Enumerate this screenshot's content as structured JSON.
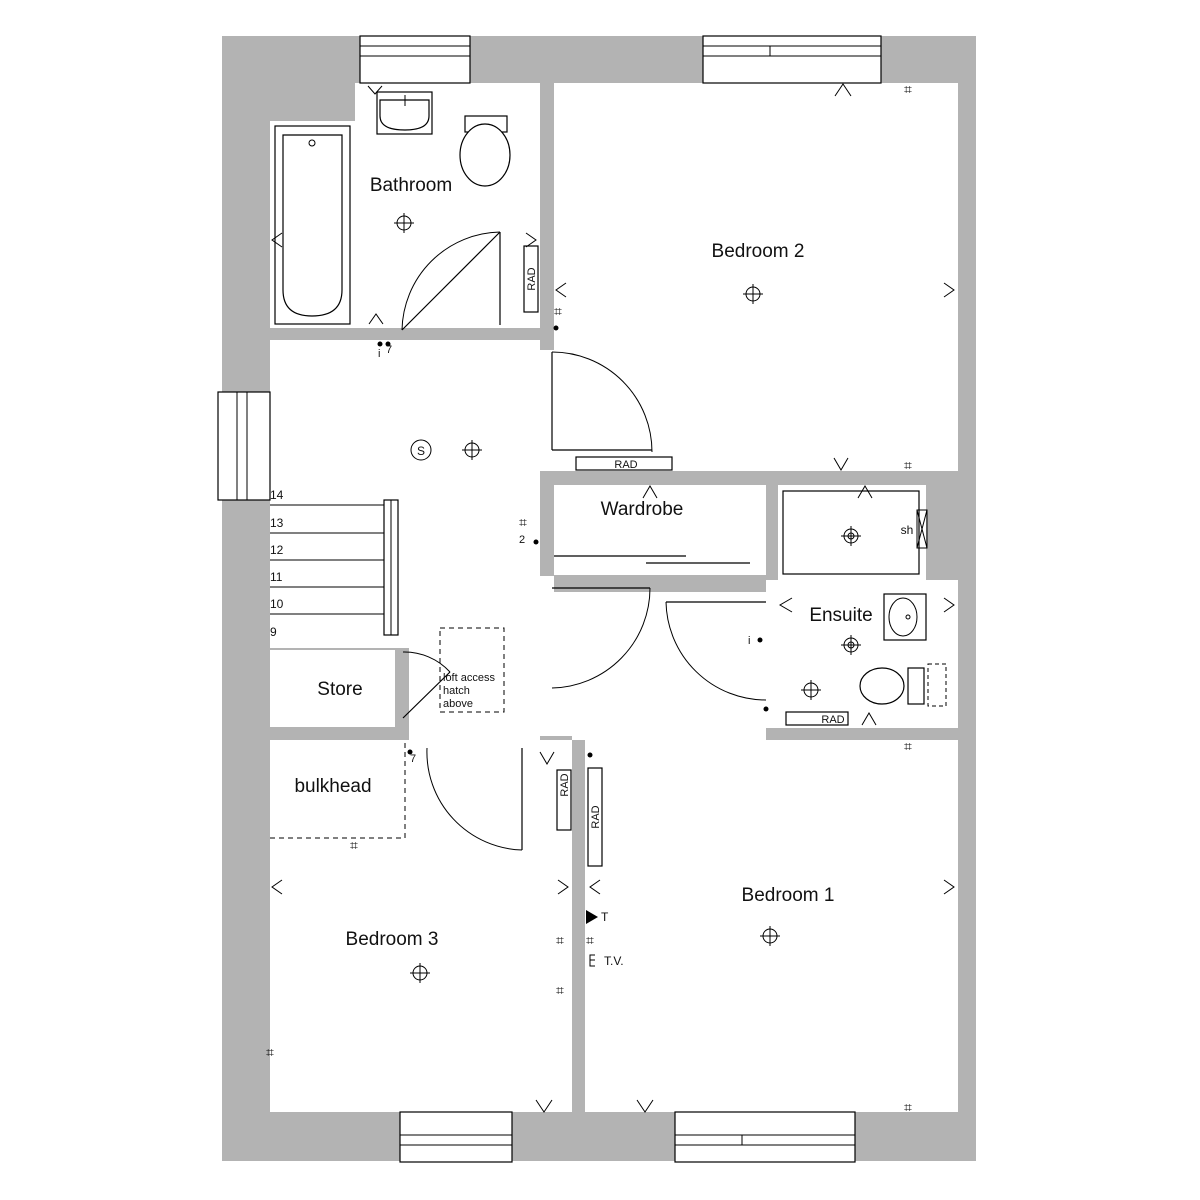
{
  "rooms": {
    "bathroom": "Bathroom",
    "bedroom1": "Bedroom 1",
    "bedroom2": "Bedroom 2",
    "bedroom3": "Bedroom 3",
    "wardrobe": "Wardrobe",
    "ensuite": "Ensuite",
    "store": "Store",
    "bulkhead": "bulkhead"
  },
  "fixtures": {
    "rad": "RAD",
    "shower": "sh",
    "smoke_detector": "S",
    "thermostat": "T",
    "tv": "T.V.",
    "loft_hatch": [
      "loft access",
      "hatch",
      "above"
    ]
  },
  "stair_steps": [
    "14",
    "13",
    "12",
    "11",
    "10",
    "9"
  ],
  "switch_marks": {
    "two_way": "2",
    "seven": "7",
    "i": "i"
  },
  "colors": {
    "wall": "#b3b3b3",
    "line": "#000000",
    "background": "#ffffff"
  }
}
